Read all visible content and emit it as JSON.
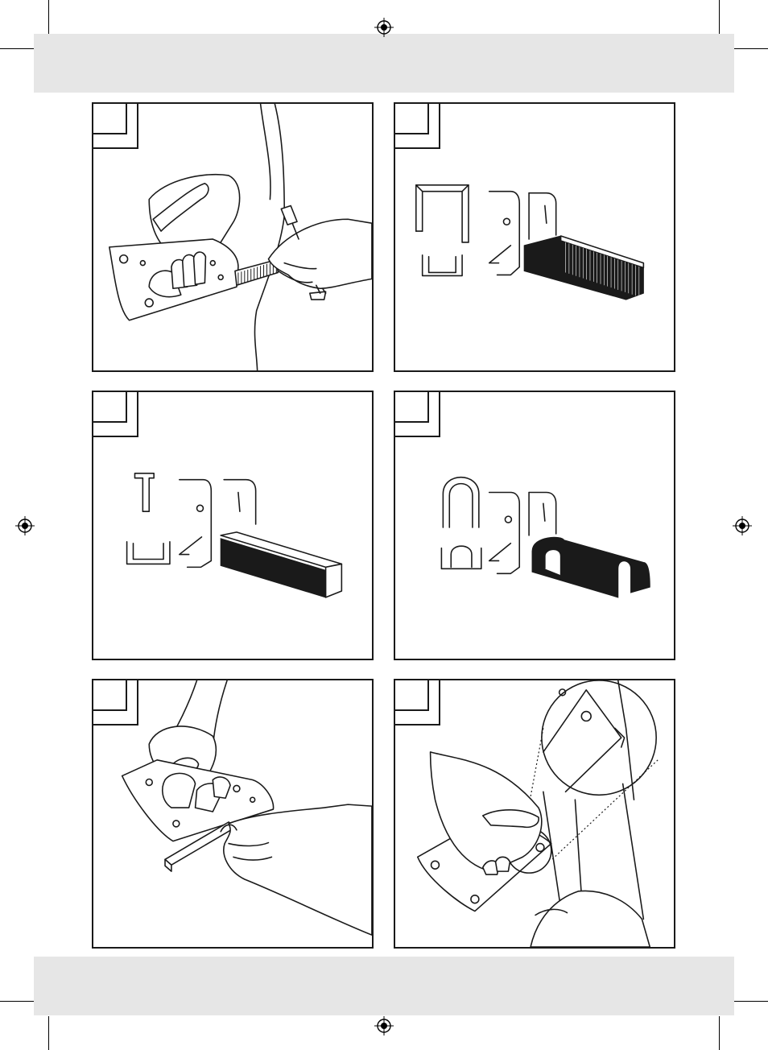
{
  "page": {
    "background_band_color": "#e6e6e6",
    "line_color": "#1a1a1a"
  },
  "panels": [
    {
      "id": "panel-1",
      "number": "",
      "content": "staple-gun-loading-strip"
    },
    {
      "id": "panel-2",
      "number": "",
      "content": "u-staple-type"
    },
    {
      "id": "panel-3",
      "number": "",
      "content": "brad-nail-type"
    },
    {
      "id": "panel-4",
      "number": "",
      "content": "round-cable-staple-type"
    },
    {
      "id": "panel-5",
      "number": "",
      "content": "opening-magazine"
    },
    {
      "id": "panel-6",
      "number": "",
      "content": "depth-setting-detail"
    }
  ]
}
